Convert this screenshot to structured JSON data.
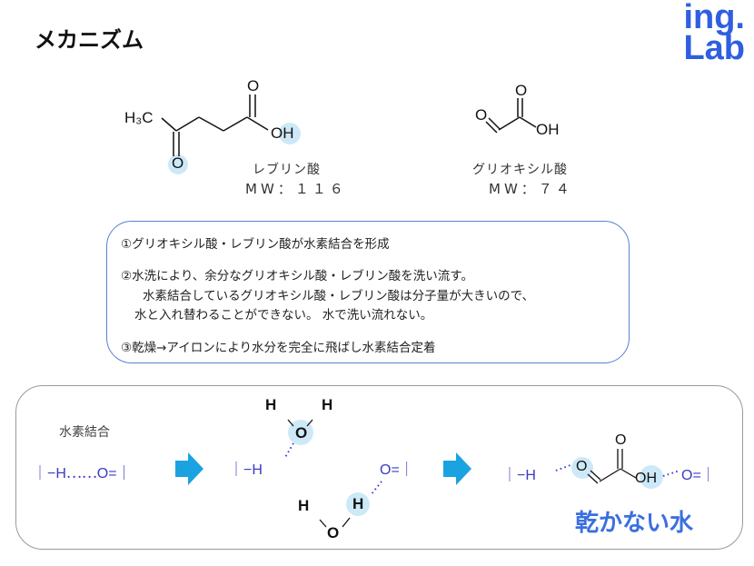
{
  "title": "メカニズム",
  "logo": {
    "line1": "ing.",
    "line2": "Lab"
  },
  "molecules": {
    "levulinic": {
      "h3c": "H₃C",
      "o_keto": "O",
      "o_carbonyl": "O",
      "oh": "OH",
      "name": "レブリン酸",
      "mw": "MW：１１６"
    },
    "glyoxylic": {
      "o_ald": "O",
      "o_carbonyl": "O",
      "oh": "OH",
      "name": "グリオキシル酸",
      "mw": "MW：７４"
    }
  },
  "notes": [
    "①グリオキシル酸・レブリン酸が水素結合を形成",
    "②水洗により、余分なグリオキシル酸・レブリン酸を洗い流す。",
    "水素結合しているグリオキシル酸・レブリン酸は分子量が大きいので、",
    "水と入れ替わることができない。 水で洗い流れない。",
    "③乾燥→アイロンにより水分を完全に飛ばし水素結合定着"
  ],
  "mechanism": {
    "label": "水素結合",
    "step1": "｜−H⋯⋯O=｜",
    "step2_left": "｜−H",
    "step2_right": "O=｜",
    "water_h": "H",
    "water_o": "O",
    "step3_left": "｜−H",
    "step3_right": "O=｜",
    "mol_o": "O",
    "mol_oh": "OH",
    "result": "乾かない水"
  },
  "colors": {
    "accent": "#3b6fe0",
    "arrow": "#1aa3e0",
    "highlight": "#cde9f8",
    "bond_text": "#3b3bc4"
  }
}
